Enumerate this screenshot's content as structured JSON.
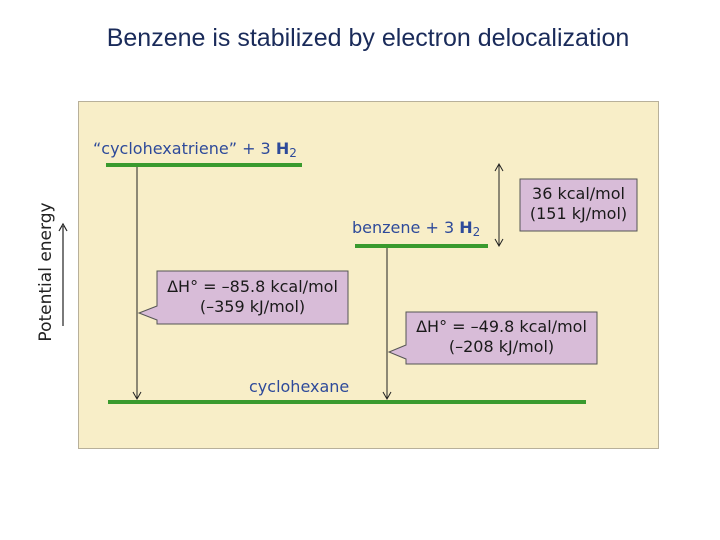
{
  "title": "Benzene is stabilized by electron delocalization",
  "axis": {
    "y_label": "Potential energy"
  },
  "levels": {
    "cyclohexatriene": {
      "prefix": "“cyclohexatriene” + 3 ",
      "molecule": "H",
      "subscript": "2"
    },
    "benzene": {
      "prefix": "benzene + 3 ",
      "molecule": "H",
      "subscript": "2"
    },
    "cyclohexane": {
      "label": "cyclohexane"
    }
  },
  "callouts": {
    "triene_to_cyclohexane": {
      "line1": "ΔH° = –85.8 kcal/mol",
      "line2": "(–359 kJ/mol)"
    },
    "benzene_to_cyclohexane": {
      "line1": "ΔH° = –49.8 kcal/mol",
      "line2": "(–208 kJ/mol)"
    },
    "stabilization": {
      "line1": "36 kcal/mol",
      "line2": "(151 kJ/mol)"
    }
  },
  "colors": {
    "level_line": "#3a9a2e",
    "callout_fill": "#d8bcd8",
    "panel_fill": "#f8eec8",
    "label_text": "#2e4a9a"
  }
}
